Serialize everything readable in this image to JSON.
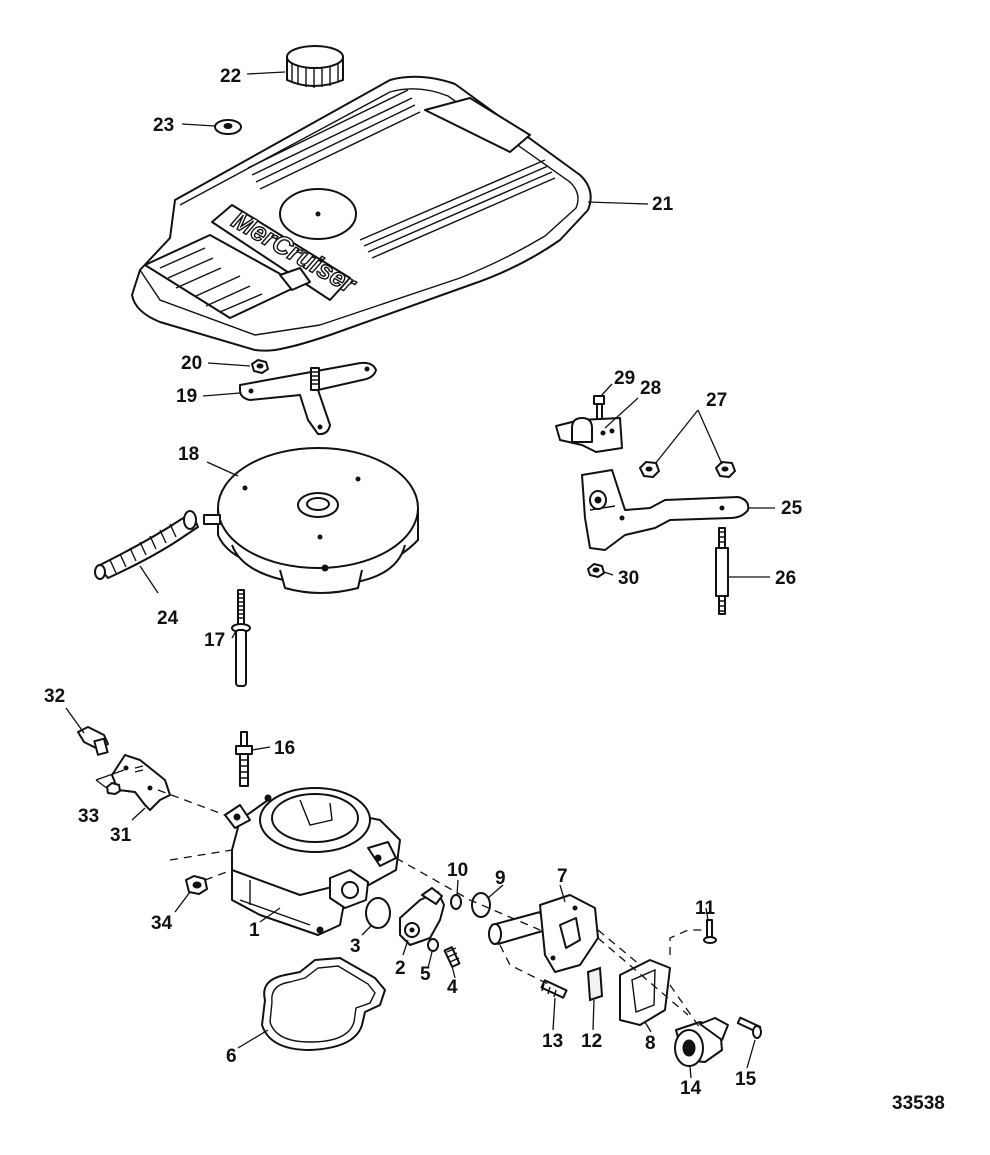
{
  "figure_number": "33538",
  "brand_mark": "MerCruiser",
  "callouts": {
    "c1": "1",
    "c2": "2",
    "c3": "3",
    "c4": "4",
    "c5": "5",
    "c6": "6",
    "c7": "7",
    "c8": "8",
    "c9": "9",
    "c10": "10",
    "c11": "11",
    "c12": "12",
    "c13": "13",
    "c14": "14",
    "c15": "15",
    "c16": "16",
    "c17": "17",
    "c18": "18",
    "c19": "19",
    "c20": "20",
    "c21": "21",
    "c22": "22",
    "c23": "23",
    "c24": "24",
    "c25": "25",
    "c26": "26",
    "c27": "27",
    "c28": "28",
    "c29": "29",
    "c30": "30",
    "c31": "31",
    "c32": "32",
    "c33": "33",
    "c34": "34"
  }
}
